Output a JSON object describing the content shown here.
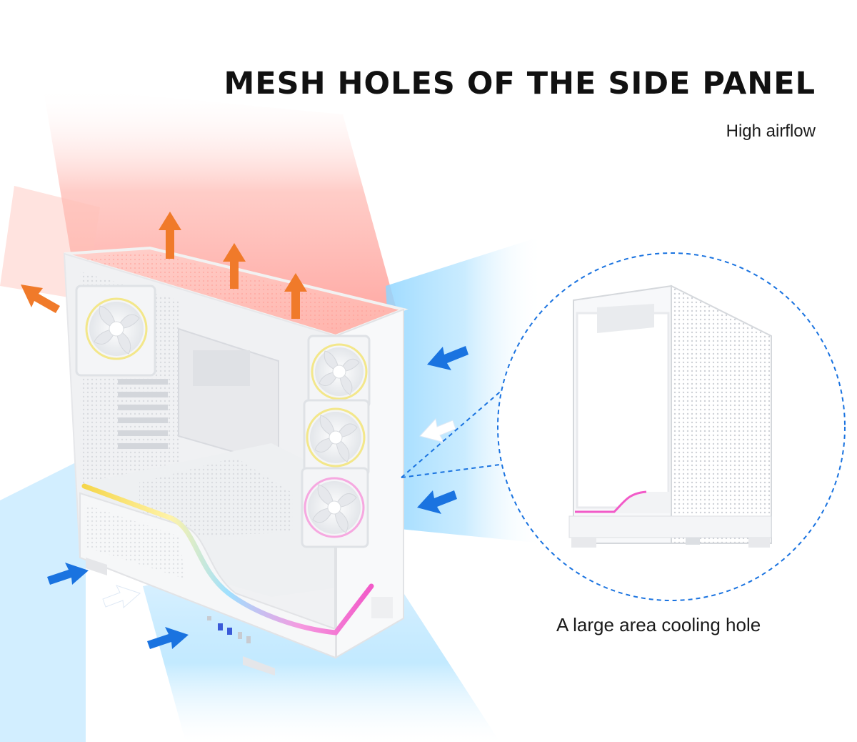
{
  "heading": {
    "title": "MESH HOLES OF THE SIDE PANEL",
    "subtitle": "High airflow"
  },
  "callout": {
    "caption": "A large area cooling hole"
  },
  "colors": {
    "hot_airflow": "#f07a2a",
    "cool_airflow": "#1a73e0",
    "case_body": "#f4f5f7",
    "rgb_strip_gradient": [
      "#f5d64b",
      "#9fe0ff",
      "#f25ac8"
    ],
    "callout_border": "#1a73e0"
  }
}
